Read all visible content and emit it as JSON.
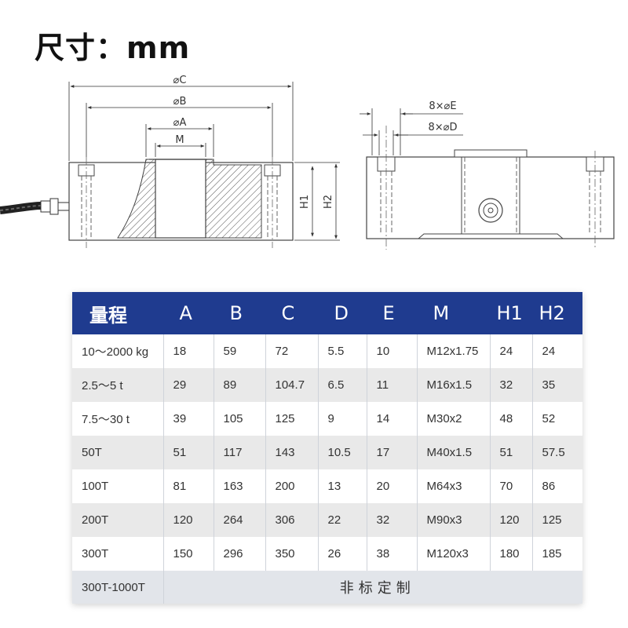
{
  "title": "尺寸：mm",
  "front_view": {
    "dims": {
      "c": "⌀C",
      "b": "⌀B",
      "a": "⌀A",
      "m": "M",
      "h1": "H1",
      "h2": "H2"
    }
  },
  "side_view": {
    "dims": {
      "e": "8×⌀E",
      "d": "8×⌀D"
    }
  },
  "table": {
    "headers": [
      "量程",
      "A",
      "B",
      "C",
      "D",
      "E",
      "M",
      "H1",
      "H2"
    ],
    "rows": [
      [
        "10～2000 kg",
        "18",
        "59",
        "72",
        "5.5",
        "10",
        "M12x1.75",
        "24",
        "24"
      ],
      [
        "2.5～5 t",
        "29",
        "89",
        "104.7",
        "6.5",
        "11",
        "M16x1.5",
        "32",
        "35"
      ],
      [
        "7.5～30 t",
        "39",
        "105",
        "125",
        "9",
        "14",
        "M30x2",
        "48",
        "52"
      ],
      [
        "50T",
        "51",
        "117",
        "143",
        "10.5",
        "17",
        "M40x1.5",
        "51",
        "57.5"
      ],
      [
        "100T",
        "81",
        "163",
        "200",
        "13",
        "20",
        "M64x3",
        "70",
        "86"
      ],
      [
        "200T",
        "120",
        "264",
        "306",
        "22",
        "32",
        "M90x3",
        "120",
        "125"
      ],
      [
        "300T",
        "150",
        "296",
        "350",
        "26",
        "38",
        "M120x3",
        "180",
        "185"
      ]
    ],
    "footer": {
      "range": "300T-1000T",
      "note": "非标定制"
    }
  }
}
